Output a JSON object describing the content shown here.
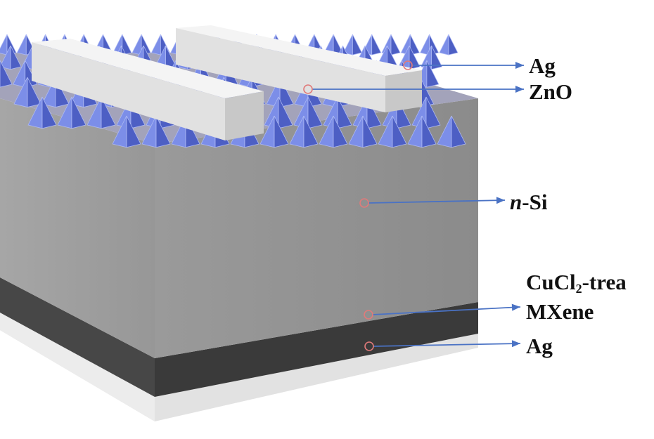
{
  "diagram": {
    "labels": {
      "ag_top": "Ag",
      "zno": "ZnO",
      "n_si_italic": "n",
      "n_si_rest": "-Si",
      "cucl_prefix": "CuCl",
      "cucl_sub": "2",
      "cucl_suffix": "-trea",
      "mxene": "MXene",
      "ag_bottom": "Ag"
    },
    "colors": {
      "silicon_front": "#8f8f8f",
      "silicon_top": "#9c9c9c",
      "mxene_layer": "#3d3d3d",
      "ag_bottom_layer": "#dcdcdc",
      "ag_finger": "#e6e6e6",
      "zno_pyramid": "#7c8ee8",
      "zno_pyramid_dark": "#4d5fc4",
      "arrow": "#4a72c4",
      "marker": "#e07a7a"
    }
  }
}
